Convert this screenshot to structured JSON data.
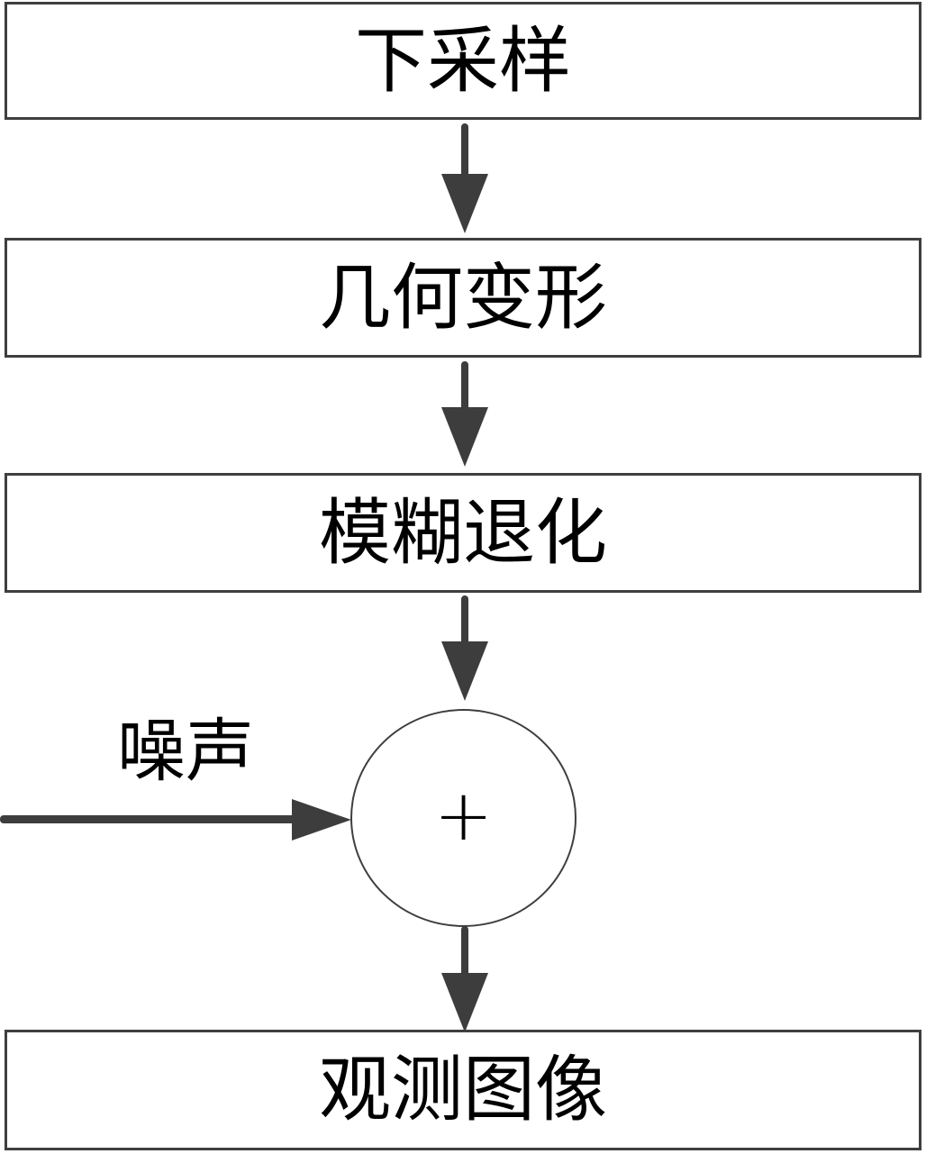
{
  "diagram": {
    "boxes": [
      {
        "id": "downsample",
        "label": "下采样"
      },
      {
        "id": "geometric-deform",
        "label": "几何变形"
      },
      {
        "id": "blur-degrade",
        "label": "模糊退化"
      },
      {
        "id": "observed-image",
        "label": "观测图像"
      }
    ],
    "adder": {
      "symbol": "+"
    },
    "noise": {
      "label": "噪声"
    },
    "colors": {
      "line": "#3d3d3d",
      "border": "#3f3f3f",
      "text": "#000000",
      "background": "#ffffff"
    }
  }
}
